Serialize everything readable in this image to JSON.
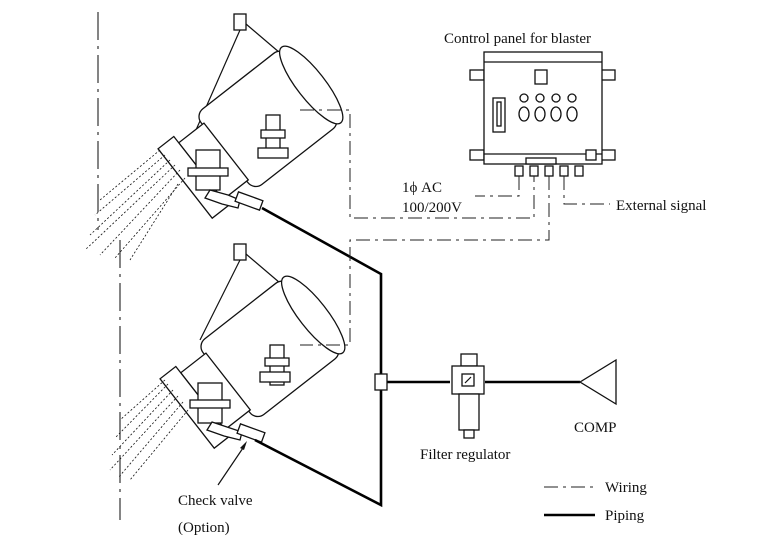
{
  "labels": {
    "control_panel": "Control panel for blaster",
    "power_line1": "1ϕ  AC",
    "power_line2": "100/200V",
    "external_signal": "External signal",
    "filter_regulator": "Filter regulator",
    "comp": "COMP",
    "check_valve": "Check valve",
    "option": "(Option)"
  },
  "legend": {
    "wiring": "Wiring",
    "piping": "Piping"
  }
}
